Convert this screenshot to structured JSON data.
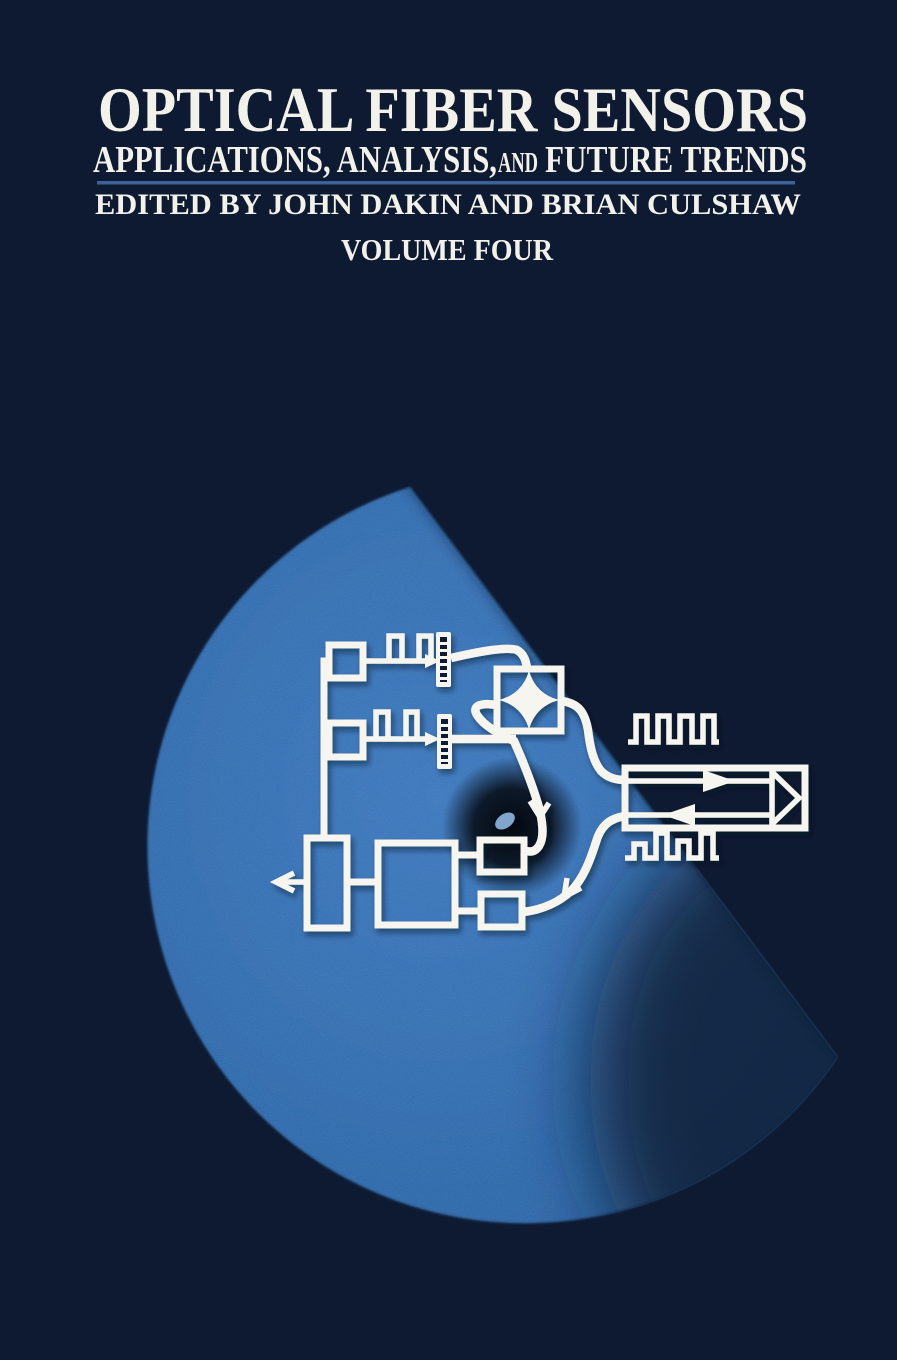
{
  "cover": {
    "title": "OPTICAL FIBER SENSORS",
    "subtitle": {
      "part1": "APPLICATIONS, ANALYSIS,",
      "conjunction": "AND",
      "part2": "FUTURE TRENDS"
    },
    "edited_by": "EDITED BY JOHN DAKIN AND BRIAN CULSHAW",
    "volume": "VOLUME FOUR"
  },
  "colors": {
    "background": "#0e1a31",
    "text_white": "#f2f1ea",
    "rule_blue": "#3c6299",
    "disk_blue": "#2e6cb2",
    "disk_blue_light": "#3a78c0",
    "disk_blue_deep": "#2561a5",
    "line_white": "#f6f5ef",
    "hole_dark": "#04080f",
    "spot_blue": "#8fb8e0"
  },
  "illustration": {
    "components": [
      "pulse-source-box-1",
      "pulse-source-box-2",
      "fiber-grating-1",
      "fiber-grating-2",
      "directional-coupler",
      "fiber-delay-line",
      "retroreflector-prism",
      "detector-box-1",
      "detector-box-2",
      "correlator-box",
      "output-processor-box",
      "drive-pulse-waveform-1",
      "drive-pulse-waveform-2",
      "launch-pulse-train",
      "return-pulse-train",
      "fiber-loop",
      "output-arrow"
    ]
  }
}
